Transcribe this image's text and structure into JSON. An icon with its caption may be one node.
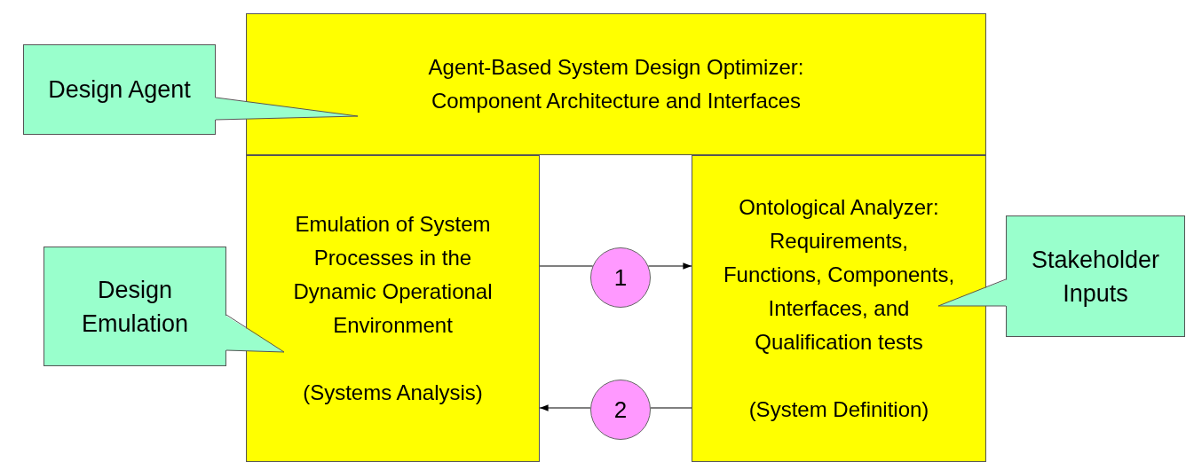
{
  "diagram": {
    "nodes": [
      {
        "text": [
          "Agent-Based System Design Optimizer: Component Architecture and Interfaces"
        ]
      },
      {
        "text": [
          "Emulation of System Processes in the Dynamic Operational Environment",
          "(Systems Analysis)"
        ]
      },
      {
        "text": [
          "Ontological Analyzer: Requirements, Functions, Components, Interfaces, and Qualification tests",
          "(System Definition)"
        ]
      },
      {
        "text": [
          "1"
        ]
      },
      {
        "text": [
          "2"
        ]
      },
      {
        "text": [
          "Design Agent"
        ]
      },
      {
        "text": [
          "Design Emulation"
        ]
      },
      {
        "text": [
          "Stakeholder Inputs"
        ]
      }
    ],
    "edges": [
      {
        "from": 1,
        "to": 3,
        "arrow": "none"
      },
      {
        "from": 3,
        "to": 2,
        "arrow": "to"
      },
      {
        "from": 2,
        "to": 4,
        "arrow": "none"
      },
      {
        "from": 4,
        "to": 1,
        "arrow": "to"
      }
    ]
  }
}
